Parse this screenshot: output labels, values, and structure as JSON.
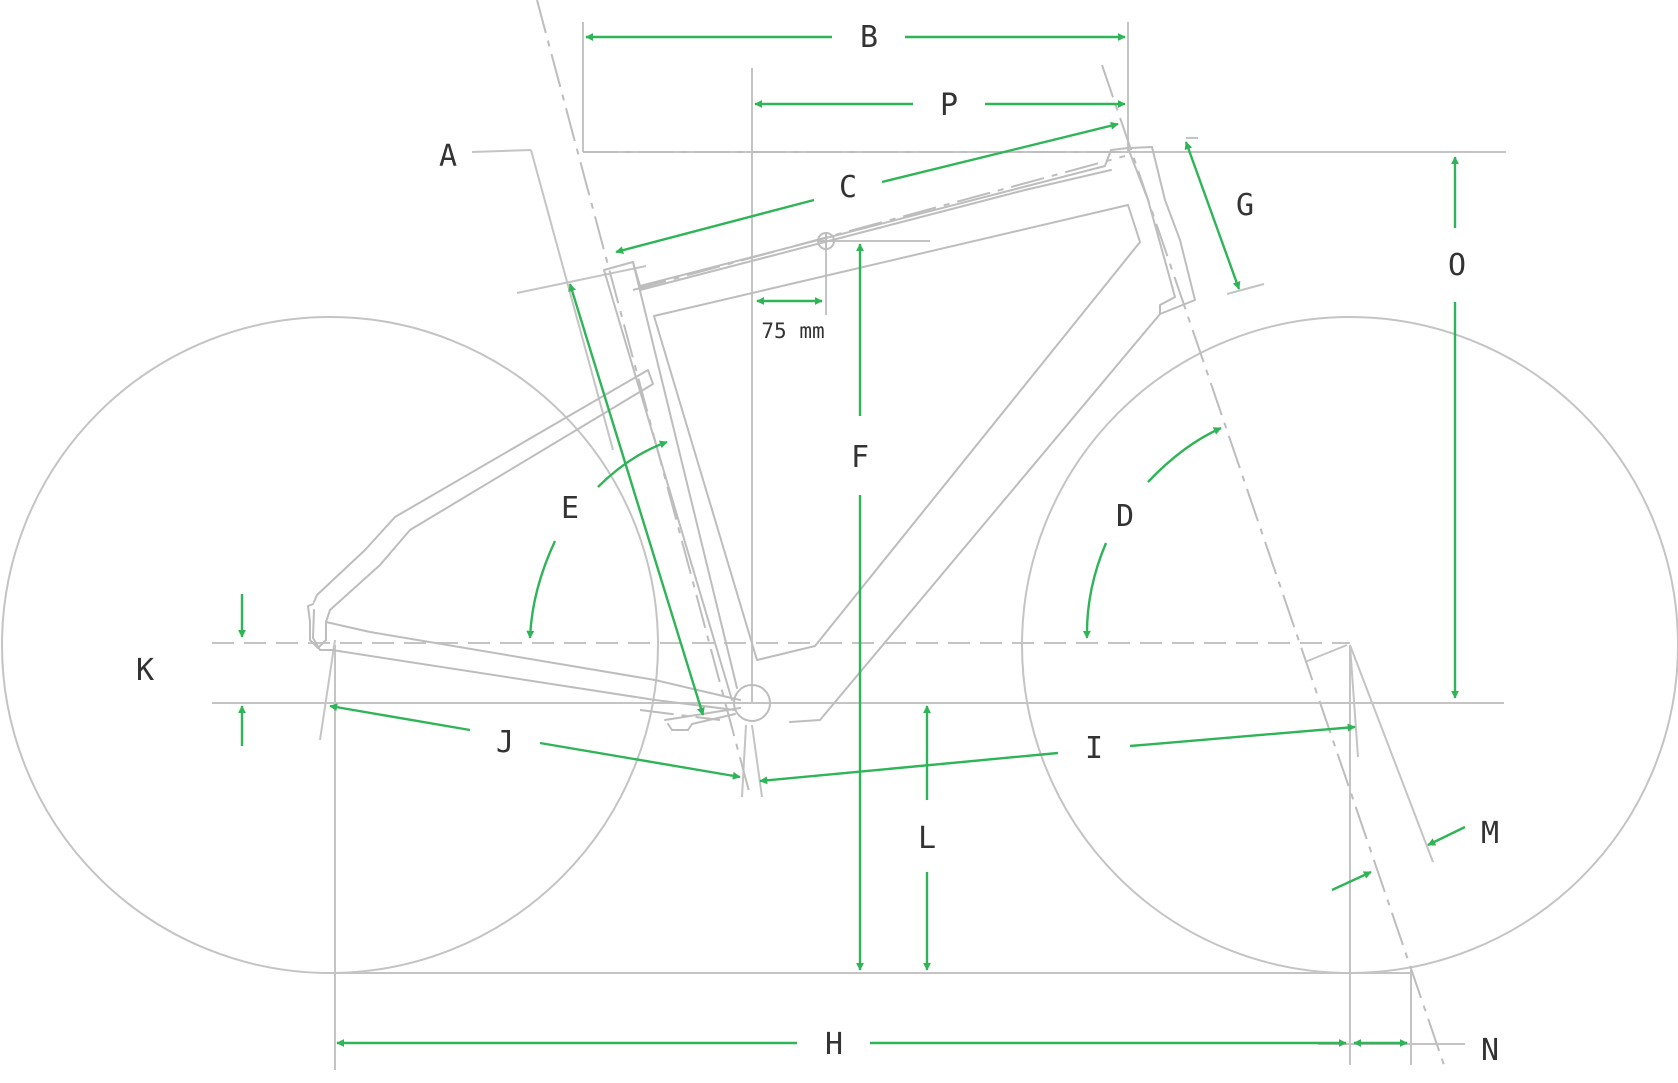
{
  "labels": {
    "A": "A",
    "B": "B",
    "C": "C",
    "D": "D",
    "E": "E",
    "F": "F",
    "G": "G",
    "H": "H",
    "I": "I",
    "J": "J",
    "K": "K",
    "L": "L",
    "M": "M",
    "N": "N",
    "O": "O",
    "P": "P"
  },
  "setback_note": "75 mm",
  "colors": {
    "dimension_arrow": "#2fb457",
    "frame_line": "#bdbdbd",
    "label_text": "#333333"
  }
}
